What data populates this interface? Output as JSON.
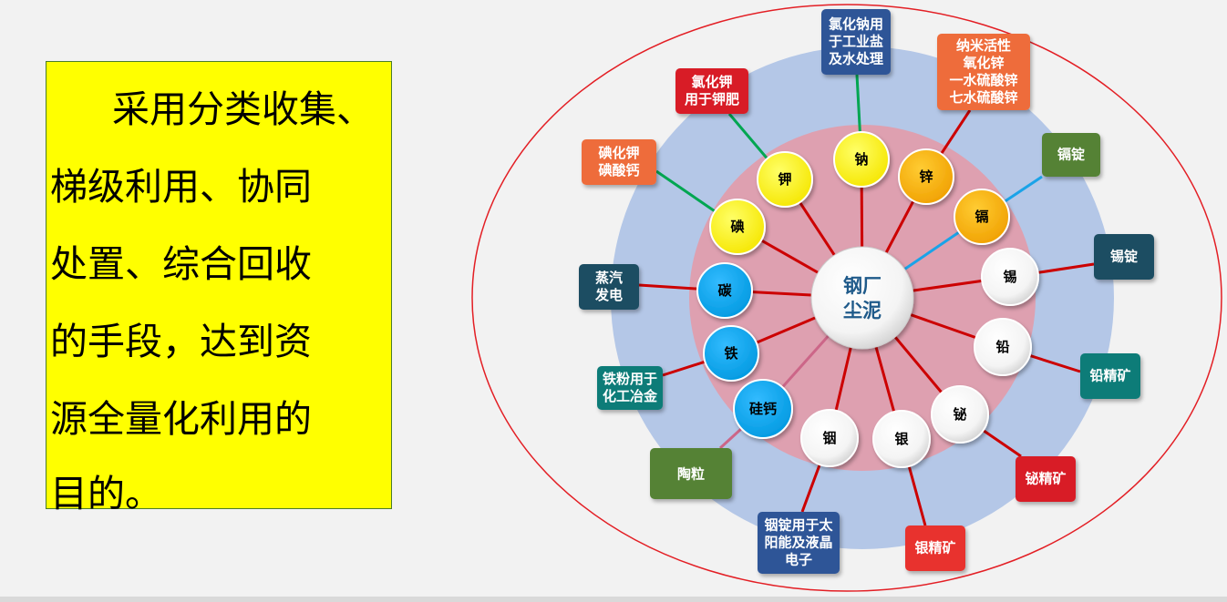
{
  "text_block": {
    "lines": [
      "采用分类收集、",
      "梯级利用、协同",
      "处置、综合回收",
      "的手段，达到资",
      "源全量化利用的",
      "目的。"
    ]
  },
  "colors": {
    "text_bg": "#ffff00",
    "outer_ring": "#b4c7e7",
    "inner_ring": "#dea0b0",
    "ellipse_stroke": "#e31e24"
  },
  "center": {
    "lines": [
      "钢厂",
      "尘泥"
    ]
  },
  "elements": [
    {
      "id": "na",
      "label": "钠"
    },
    {
      "id": "zn",
      "label": "锌"
    },
    {
      "id": "cd",
      "label": "镉"
    },
    {
      "id": "sn",
      "label": "锡"
    },
    {
      "id": "pb",
      "label": "铅"
    },
    {
      "id": "bi",
      "label": "铋"
    },
    {
      "id": "ag",
      "label": "银"
    },
    {
      "id": "in",
      "label": "铟"
    },
    {
      "id": "sica",
      "label": "硅钙"
    },
    {
      "id": "fe",
      "label": "铁"
    },
    {
      "id": "c",
      "label": "碳"
    },
    {
      "id": "i",
      "label": "碘"
    },
    {
      "id": "k",
      "label": "钾"
    }
  ],
  "products": [
    {
      "id": "p_na",
      "lines": [
        "氯化钠用",
        "于工业盐",
        "及水处理"
      ]
    },
    {
      "id": "p_zn",
      "lines": [
        "纳米活性",
        "氧化锌",
        "一水硫酸锌",
        "七水硫酸锌"
      ]
    },
    {
      "id": "p_cd",
      "lines": [
        "镉锭"
      ]
    },
    {
      "id": "p_sn",
      "lines": [
        "锡锭"
      ]
    },
    {
      "id": "p_pb",
      "lines": [
        "铅精矿"
      ]
    },
    {
      "id": "p_bi",
      "lines": [
        "铋精矿"
      ]
    },
    {
      "id": "p_ag",
      "lines": [
        "银精矿"
      ]
    },
    {
      "id": "p_in",
      "lines": [
        "铟锭用于太",
        "阳能及液晶",
        "电子"
      ]
    },
    {
      "id": "p_sica",
      "lines": [
        "陶粒"
      ]
    },
    {
      "id": "p_fe",
      "lines": [
        "铁粉用于",
        "化工冶金"
      ]
    },
    {
      "id": "p_c",
      "lines": [
        "蒸汽",
        "发电"
      ]
    },
    {
      "id": "p_i",
      "lines": [
        "碘化钾",
        "碘酸钙"
      ]
    },
    {
      "id": "p_k",
      "lines": [
        "氯化钾",
        "用于钾肥"
      ]
    }
  ]
}
